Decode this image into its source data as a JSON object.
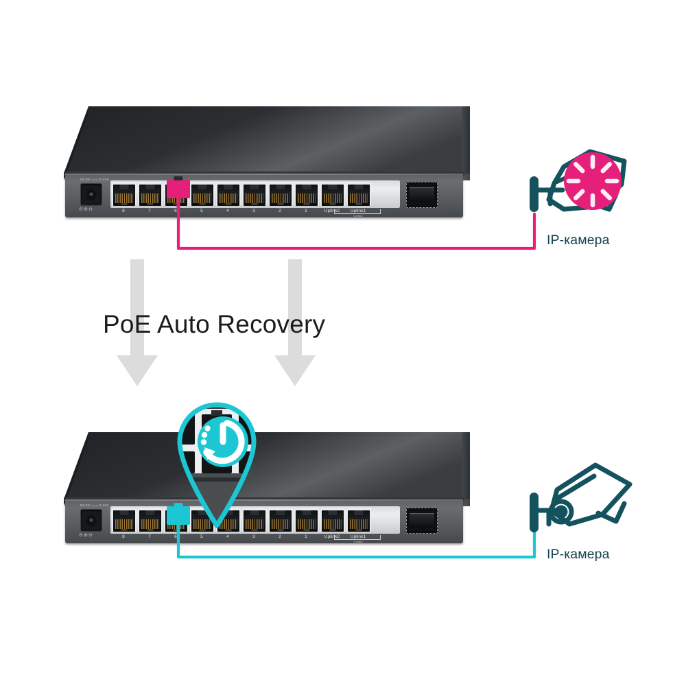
{
  "page": {
    "title": "PoE Auto Recovery",
    "background": "#ffffff"
  },
  "colors": {
    "accent_pink": "#E6207A",
    "accent_cyan": "#1CC6D2",
    "camera_teal": "#14525E",
    "arrow_gray": "#DCDCDC",
    "switch_body_dark": "#2E3134",
    "switch_face_gray": "#5E6164",
    "title_text": "#1B1B1B",
    "label_text": "#14444F"
  },
  "heading": {
    "label": "PoE Auto Recovery"
  },
  "switch_top": {
    "name": "PoE switch (fault state)",
    "power_label": "53.5V === 2.43A",
    "power_mark": "⊖⊕⊖",
    "ports": [
      {
        "label": "8",
        "type": "rj45"
      },
      {
        "label": "7",
        "type": "rj45"
      },
      {
        "label": "6",
        "type": "rj45",
        "occupied": true
      },
      {
        "label": "5",
        "type": "rj45"
      },
      {
        "label": "4",
        "type": "rj45"
      },
      {
        "label": "3",
        "type": "rj45"
      },
      {
        "label": "2",
        "type": "rj45"
      },
      {
        "label": "1",
        "type": "rj45"
      },
      {
        "label": "Uplink2",
        "type": "rj45"
      },
      {
        "label": "Uplink1",
        "sub": "Combo",
        "type": "rj45"
      }
    ],
    "sfp": {
      "label": "SFP",
      "type": "sfp-combo"
    },
    "connected_port": "6",
    "cable_color": "#E6207A"
  },
  "switch_bottom": {
    "name": "PoE switch (recovered state)",
    "power_label": "53.5V === 2.43A",
    "power_mark": "⊖⊕⊖",
    "ports": [
      {
        "label": "8",
        "type": "rj45"
      },
      {
        "label": "7",
        "type": "rj45"
      },
      {
        "label": "6",
        "type": "rj45",
        "occupied": true
      },
      {
        "label": "5",
        "type": "rj45"
      },
      {
        "label": "4",
        "type": "rj45"
      },
      {
        "label": "3",
        "type": "rj45"
      },
      {
        "label": "2",
        "type": "rj45"
      },
      {
        "label": "1",
        "type": "rj45"
      },
      {
        "label": "Uplink2",
        "type": "rj45"
      },
      {
        "label": "Uplink1",
        "sub": "Combo",
        "type": "rj45"
      }
    ],
    "sfp": {
      "label": "SFP",
      "type": "sfp-combo"
    },
    "connected_port": "6",
    "cable_color": "#1CC6D2"
  },
  "camera_top": {
    "label": "IP-камера",
    "state": "offline",
    "icon": "ip-camera-error-icon",
    "overlay_icon": "loading-spinner-icon",
    "overlay_color": "#E6207A",
    "body_color": "#14525E"
  },
  "camera_bottom": {
    "label": "IP-камера",
    "state": "online",
    "icon": "ip-camera-icon",
    "body_color": "#14525E"
  },
  "magnifier": {
    "icon": "power-reset-icon",
    "color": "#1CC6D2",
    "points_to_port": "4"
  },
  "arrows": [
    {
      "name": "down-arrow-left",
      "direction": "down",
      "color": "#DCDCDC"
    },
    {
      "name": "down-arrow-right",
      "direction": "down",
      "color": "#DCDCDC"
    }
  ]
}
